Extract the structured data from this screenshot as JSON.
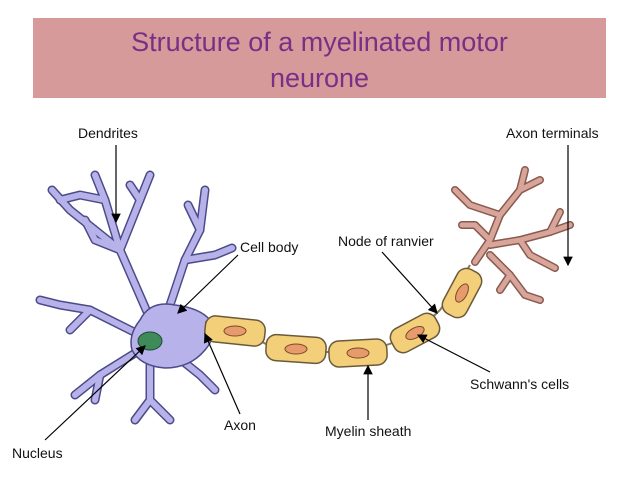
{
  "title": {
    "line1": "Structure of a myelinated motor",
    "line2": "neurone"
  },
  "labels": {
    "dendrites": "Dendrites",
    "axon_terminals": "Axon terminals",
    "cell_body": "Cell body",
    "node_of_ranvier": "Node of ranvier",
    "schwann_cells": "Schwann's cells",
    "myelin_sheath": "Myelin sheath",
    "axon": "Axon",
    "nucleus": "Nucleus"
  },
  "colors": {
    "banner": "#d69a9b",
    "title_text": "#7a2f86",
    "cell_body": "#b7b3ea",
    "nucleus": "#3f8a5a",
    "schwann_cell": "#f3cf7a",
    "schwann_nucleus": "#e79a6b",
    "axon_terminal": "#d7a59a"
  }
}
